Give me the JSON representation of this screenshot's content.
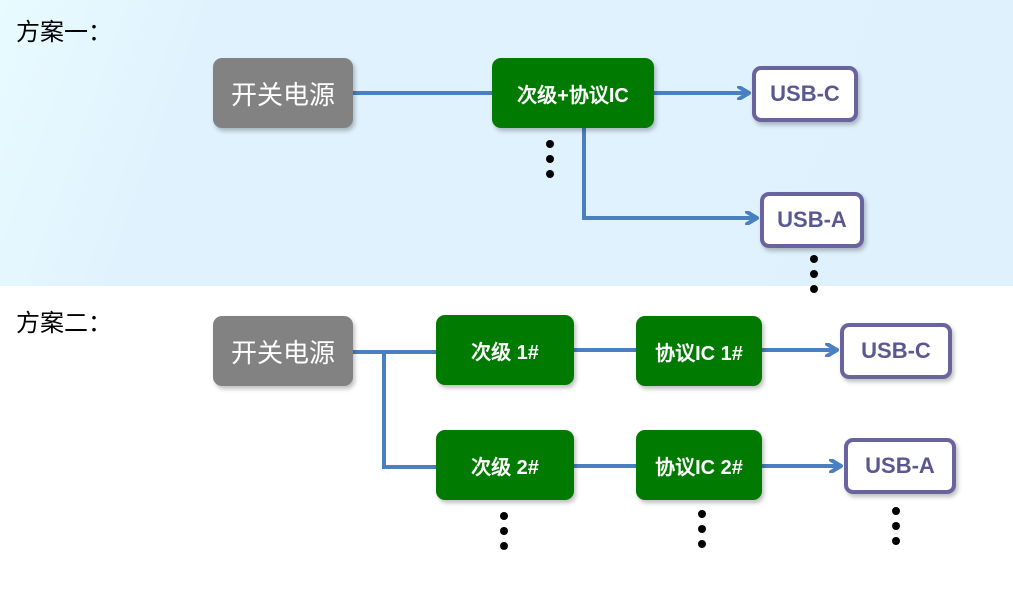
{
  "colors": {
    "panel_background": "#dff1fd",
    "power_box": "#828282",
    "ic_box": "#007a00",
    "port_border": "#6a649e",
    "port_text": "#5a5890",
    "connector": "#4a7fc1"
  },
  "scheme1": {
    "title": "方案一：",
    "power_supply": "开关电源",
    "combined_ic": "次级+协议IC",
    "port_c": "USB-C",
    "port_a": "USB-A"
  },
  "scheme2": {
    "title": "方案二：",
    "power_supply": "开关电源",
    "rows": [
      {
        "secondary": "次级 1#",
        "protocol_ic": "协议IC 1#",
        "port": "USB-C"
      },
      {
        "secondary": "次级 2#",
        "protocol_ic": "协议IC 2#",
        "port": "USB-A"
      }
    ]
  }
}
